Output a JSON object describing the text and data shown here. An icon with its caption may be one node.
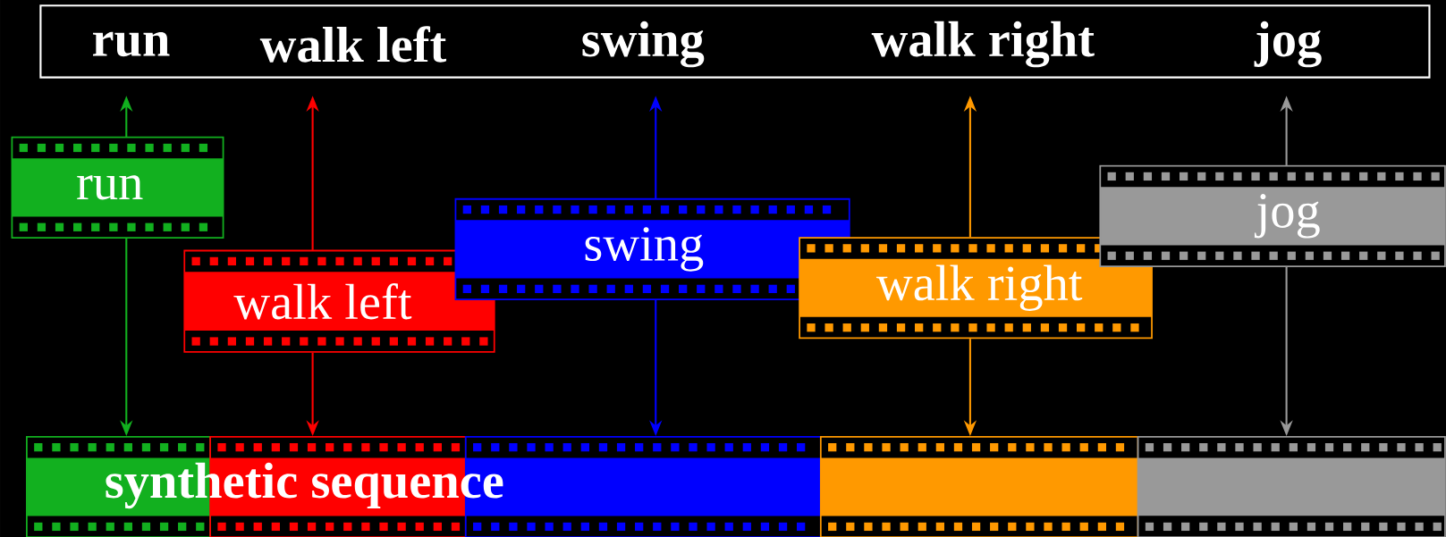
{
  "diagram": {
    "nodes": [
      {
        "text": [],
        "shape": "box"
      },
      {
        "text": [
          "run"
        ],
        "in": 0
      },
      {
        "text": [
          "walk left"
        ],
        "in": 0
      },
      {
        "text": [
          "swing"
        ],
        "in": 0
      },
      {
        "text": [
          "walk right"
        ],
        "in": 0
      },
      {
        "text": [
          "jog"
        ],
        "in": 0
      },
      {
        "text": [
          "run"
        ]
      },
      {
        "text": [
          "walk left"
        ]
      },
      {
        "text": [
          "swing"
        ]
      },
      {
        "text": [
          "walk right"
        ]
      },
      {
        "text": [
          "jog"
        ]
      },
      {
        "text": [],
        "shape": "box"
      },
      {
        "text": [],
        "shape": "box"
      },
      {
        "text": [],
        "shape": "box"
      },
      {
        "text": [],
        "shape": "box"
      },
      {
        "text": [],
        "shape": "box"
      }
    ],
    "edges": [
      {
        "from": 6,
        "to": 1,
        "arrow": "to",
        "color": "#12b01f"
      },
      {
        "from": 6,
        "to": 11,
        "arrow": "to",
        "color": "#12b01f"
      },
      {
        "from": 7,
        "to": 2,
        "arrow": "to",
        "color": "#ff0000"
      },
      {
        "from": 7,
        "to": 12,
        "arrow": "to",
        "color": "#ff0000"
      },
      {
        "from": 8,
        "to": 3,
        "arrow": "to",
        "color": "#0000ff"
      },
      {
        "from": 8,
        "to": 13,
        "arrow": "to",
        "color": "#0000ff"
      },
      {
        "from": 9,
        "to": 4,
        "arrow": "to",
        "color": "#ff9900"
      },
      {
        "from": 9,
        "to": 14,
        "arrow": "to",
        "color": "#ff9900"
      },
      {
        "from": 10,
        "to": 5,
        "arrow": "to",
        "color": "#999999"
      },
      {
        "from": 10,
        "to": 15,
        "arrow": "to",
        "color": "#999999"
      }
    ],
    "labels": [
      "synthetic sequence"
    ]
  }
}
